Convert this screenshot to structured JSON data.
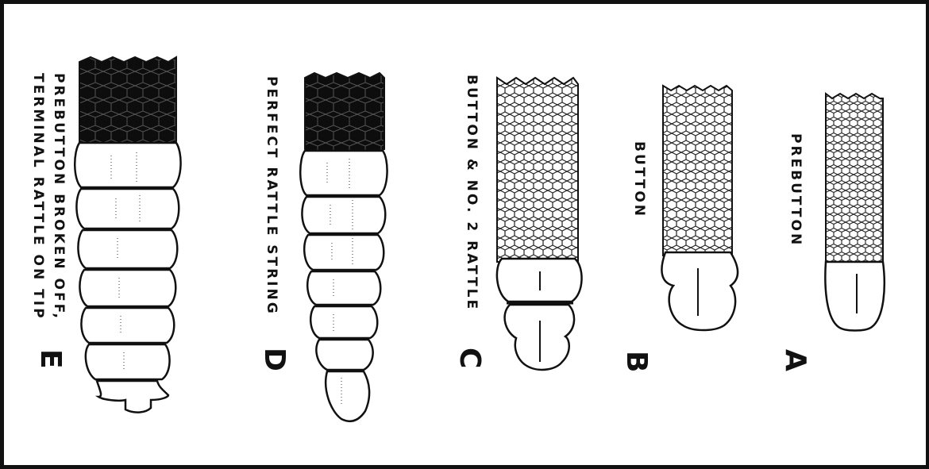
{
  "figure": {
    "panels": [
      {
        "letter": "A",
        "caption_lines": [
          "PREBUTTON"
        ]
      },
      {
        "letter": "B",
        "caption_lines": [
          "BUTTON"
        ]
      },
      {
        "letter": "C",
        "caption_lines": [
          "BUTTON & NO. 2 RATTLE"
        ]
      },
      {
        "letter": "D",
        "caption_lines": [
          "PERFECT RATTLE STRING"
        ]
      },
      {
        "letter": "E",
        "caption_lines": [
          "PREBUTTON BROKEN OFF,",
          "TERMINAL RATTLE ON TIP"
        ]
      }
    ]
  }
}
